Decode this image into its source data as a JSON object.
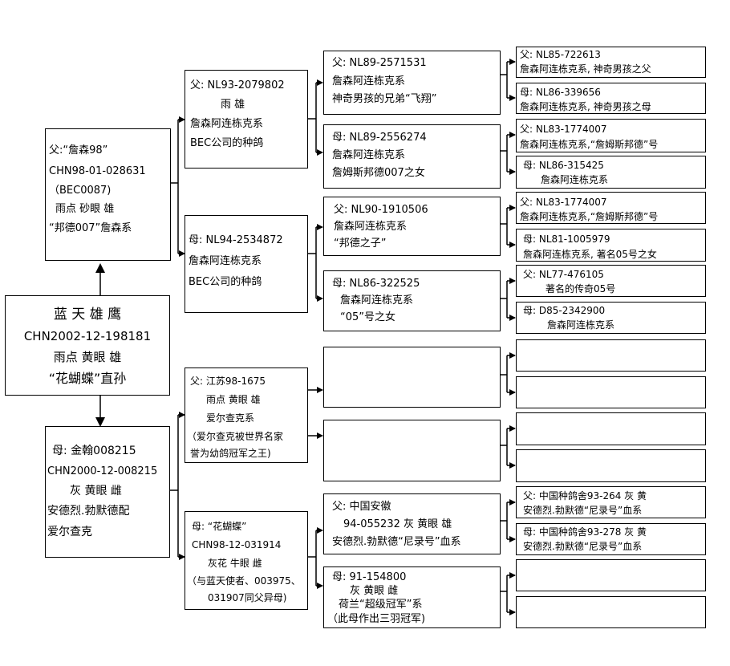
{
  "subject": {
    "name": "蓝 天 雄 鹰",
    "ring": "CHN2002-12-198181",
    "desc": "雨点 黄眼 雄",
    "note": "“花蝴蝶”直孙"
  },
  "sire": {
    "l1": "父:“詹森98”",
    "l2": "CHN98-01-028631",
    "l3": "（BEC0087)",
    "l4": "雨点 砂眼 雄",
    "l5": "“邦德007”詹森系"
  },
  "dam": {
    "l1": "母: 金翰008215",
    "l2": "CHN2000-12-008215",
    "l3": "灰 黄眼 雌",
    "l4": "安德烈.勃默德配",
    "l5": "爱尔查克"
  },
  "g2": {
    "ss": {
      "l1": "父: NL93-2079802",
      "l2": "雨 雄",
      "l3": "詹森阿连栋克系",
      "l4": "BEC公司的种鸽"
    },
    "sd": {
      "l1": "母: NL94-2534872",
      "l2": "詹森阿连栋克系",
      "l3": "BEC公司的种鸽"
    },
    "ds": {
      "l1": "父: 江苏98-1675",
      "l2": "雨点 黄眼 雄",
      "l3": "爱尔查克系",
      "l4": "（爱尔查克被世界名家",
      "l5": "誉为幼鸽冠军之王)"
    },
    "dd": {
      "l1": "母: “花蝴蝶”",
      "l2": "CHN98-12-031914",
      "l3": "灰花 牛眼 雌",
      "l4": "（与蓝天使者、003975、",
      "l5": "031907同父异母)"
    }
  },
  "g3": {
    "sss": {
      "l1": "父: NL89-2571531",
      "l2": "詹森阿连栋克系",
      "l3": "神奇男孩的兄弟“飞翔”"
    },
    "ssd": {
      "l1": "母: NL89-2556274",
      "l2": "詹森阿连栋克系",
      "l3": "詹姆斯邦德007之女"
    },
    "sds": {
      "l1": "父: NL90-1910506",
      "l2": "詹森阿连栋克系",
      "l3": "“邦德之子”"
    },
    "sdd": {
      "l1": "母: NL86-322525",
      "l2": "詹森阿连栋克系",
      "l3": "“05”号之女"
    },
    "dds": {
      "l1": "父: 中国安徽",
      "l2": "94-055232 灰 黄眼 雄",
      "l3": "安德烈.勃默德“尼录号”血系"
    },
    "ddd": {
      "l1": "母: 91-154800",
      "l2": "灰 黄眼 雌",
      "l3": "荷兰“超级冠军”系",
      "l4": "（此母作出三羽冠军)"
    }
  },
  "g4": {
    "r1": {
      "l1": "父: NL85-722613",
      "l2": "詹森阿连栋克系, 神奇男孩之父"
    },
    "r2": {
      "l1": "母: NL86-339656",
      "l2": "詹森阿连栋克系, 神奇男孩之母"
    },
    "r3": {
      "l1": "父: NL83-1774007",
      "l2": "詹森阿连栋克系,“詹姆斯邦德”号"
    },
    "r4": {
      "l1": "母: NL86-315425",
      "l2": "詹森阿连栋克系"
    },
    "r5": {
      "l1": "父: NL83-1774007",
      "l2": "詹森阿连栋克系,“詹姆斯邦德”号"
    },
    "r6": {
      "l1": "母: NL81-1005979",
      "l2": "詹森阿连栋克系, 著名05号之女"
    },
    "r7": {
      "l1": "父: NL77-476105",
      "l2": "著名的传奇05号"
    },
    "r8": {
      "l1": "母: D85-2342900",
      "l2": "詹森阿连栋克系"
    },
    "r13": {
      "l1": "父: 中国种鸽舍93-264 灰 黄",
      "l2": "安德烈.勃默德“尼录号”血系"
    },
    "r14": {
      "l1": "母: 中国种鸽舍93-278 灰 黄",
      "l2": "安德烈.勃默德“尼录号”血系"
    }
  }
}
